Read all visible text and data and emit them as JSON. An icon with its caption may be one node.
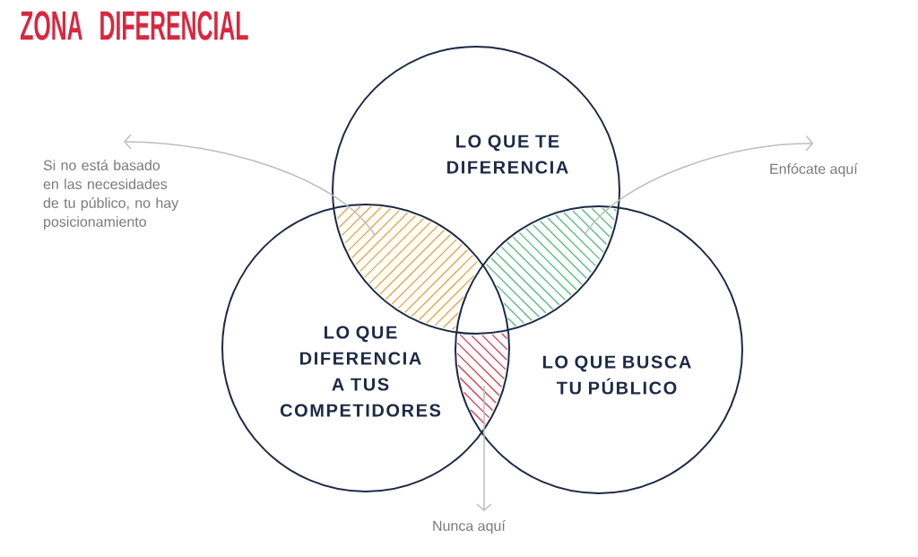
{
  "diagram": {
    "title": "ZONA DIFERENCIAL",
    "nodes": [
      {
        "text": [
          "LO QUE TE DIFERENCIA"
        ]
      },
      {
        "text": [
          "LO QUE DIFERENCIA A TUS COMPETIDORES"
        ]
      },
      {
        "text": [
          "LO QUE BUSCA TU PÚBLICO"
        ]
      },
      {
        "text": [
          "Si no está basado en las necesidades de tu público, no hay posicionamiento"
        ]
      },
      {
        "text": [
          "Enfócate aquí"
        ]
      },
      {
        "text": [],
        "shape": "lens"
      },
      {
        "text": [],
        "shape": "lens"
      },
      {
        "text": [],
        "shape": "lens"
      },
      {
        "text": [
          "Nunca aquí"
        ]
      }
    ],
    "edges": [
      {
        "from": 5,
        "to": 3,
        "arrow": "to"
      },
      {
        "from": 6,
        "to": 4,
        "arrow": "to"
      },
      {
        "from": 7,
        "to": 8,
        "arrow": "to"
      }
    ]
  }
}
